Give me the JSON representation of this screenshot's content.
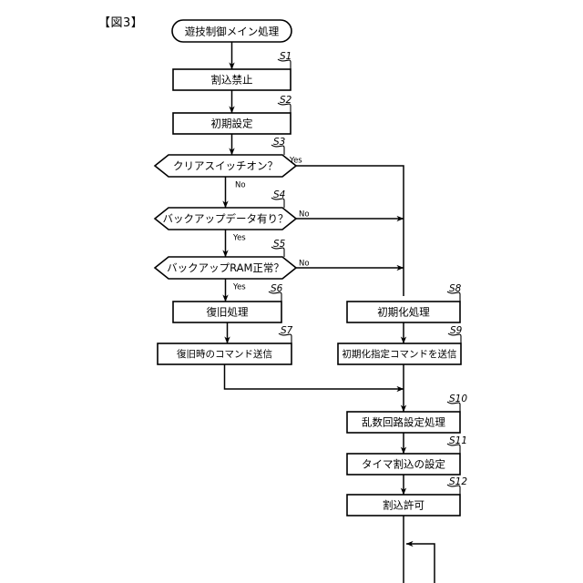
{
  "figure": {
    "label": "【図3】",
    "title_node": "遊技制御メイン処理"
  },
  "steps": [
    {
      "id": "S1",
      "text": "割込禁止",
      "type": "process"
    },
    {
      "id": "S2",
      "text": "初期設定",
      "type": "process"
    },
    {
      "id": "S3",
      "text": "クリアスイッチオン？",
      "type": "decision"
    },
    {
      "id": "S4",
      "text": "バックアップデータ有り？",
      "type": "decision"
    },
    {
      "id": "S5",
      "text": "バックアップRAM正常？",
      "type": "decision"
    },
    {
      "id": "S6",
      "text": "復旧処理",
      "type": "process"
    },
    {
      "id": "S7",
      "text": "復旧時のコマンド送信",
      "type": "process"
    },
    {
      "id": "S8",
      "text": "初期化処理",
      "type": "process"
    },
    {
      "id": "S9",
      "text": "初期化指定コマンドを送信",
      "type": "process"
    },
    {
      "id": "S10",
      "text": "乱数回路設定処理",
      "type": "process"
    },
    {
      "id": "S11",
      "text": "タイマ割込の設定",
      "type": "process"
    },
    {
      "id": "S12",
      "text": "割込許可",
      "type": "process"
    }
  ],
  "branches": {
    "s3_yes": "Yes",
    "s3_no": "No",
    "s4_no": "No",
    "s4_yes": "Yes",
    "s5_no": "No",
    "s5_yes": "Yes"
  },
  "colors": {
    "stroke": "#000000",
    "fill": "#ffffff",
    "background": "#ffffff"
  }
}
